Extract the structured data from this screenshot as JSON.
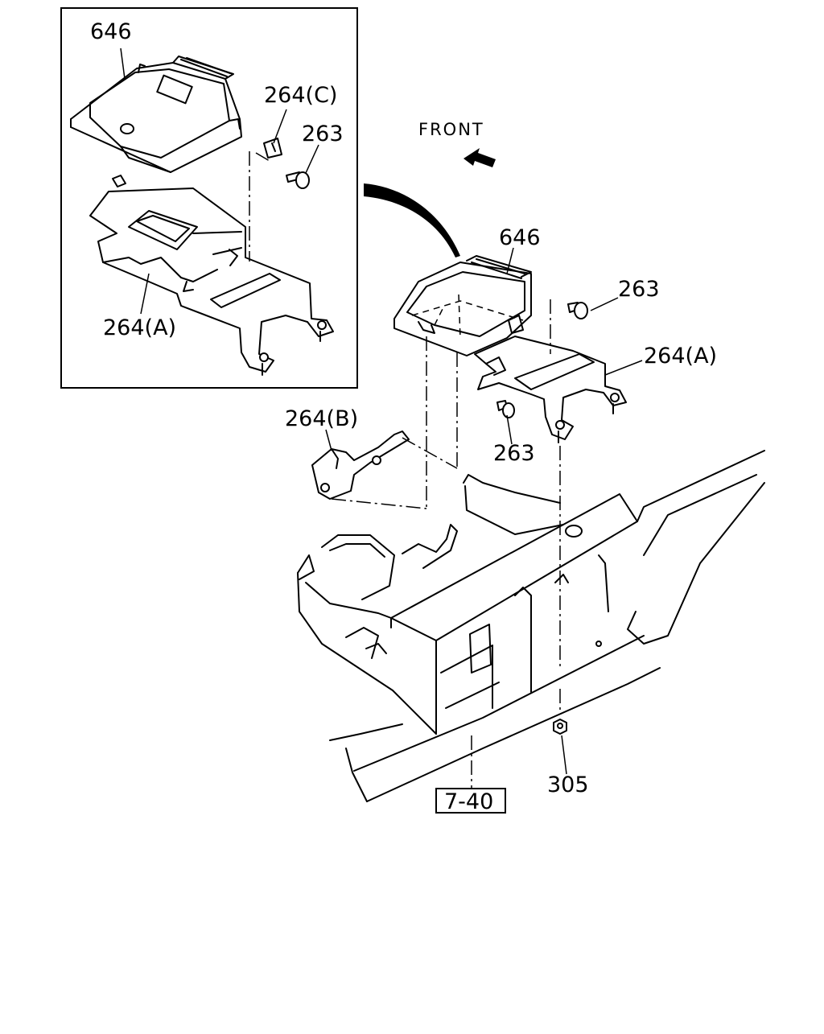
{
  "front_label": "FRONT",
  "inset": {
    "label_ecu": "646",
    "label_clip": "264(C)",
    "label_bolt": "263",
    "label_bracket_a": "264(A)"
  },
  "main": {
    "label_ecu": "646",
    "label_bolt_upper": "263",
    "label_bracket_a": "264(A)",
    "label_bracket_b": "264(B)",
    "label_bolt_lower": "263",
    "label_nut": "305",
    "ref_box": "7-40"
  }
}
